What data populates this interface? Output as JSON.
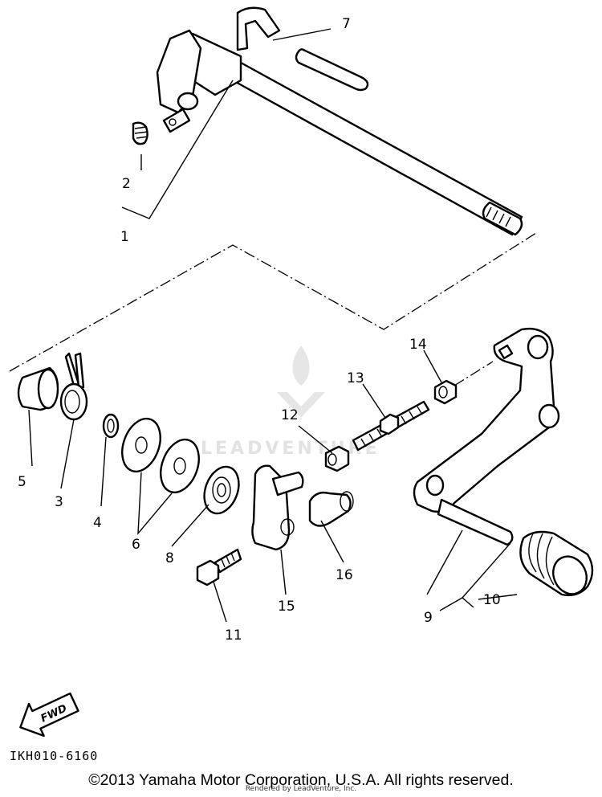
{
  "callouts": [
    {
      "id": "c1",
      "text": "1"
    },
    {
      "id": "c2",
      "text": "2"
    },
    {
      "id": "c3",
      "text": "3"
    },
    {
      "id": "c4",
      "text": "4"
    },
    {
      "id": "c5",
      "text": "5"
    },
    {
      "id": "c6",
      "text": "6"
    },
    {
      "id": "c7",
      "text": "7"
    },
    {
      "id": "c8",
      "text": "8"
    },
    {
      "id": "c9",
      "text": "9"
    },
    {
      "id": "c10",
      "text": "10"
    },
    {
      "id": "c11",
      "text": "11"
    },
    {
      "id": "c12",
      "text": "12"
    },
    {
      "id": "c13",
      "text": "13"
    },
    {
      "id": "c14",
      "text": "14"
    },
    {
      "id": "c15",
      "text": "15"
    },
    {
      "id": "c16",
      "text": "16"
    }
  ],
  "fwd_label": "FWD",
  "diagram_code": "IKH010-6160",
  "copyright": "©2013 Yamaha Motor Corporation, U.S.A. All rights reserved.",
  "watermark": "LEADVENTURE",
  "rendered_by": "Rendered by LeadVenture, Inc."
}
